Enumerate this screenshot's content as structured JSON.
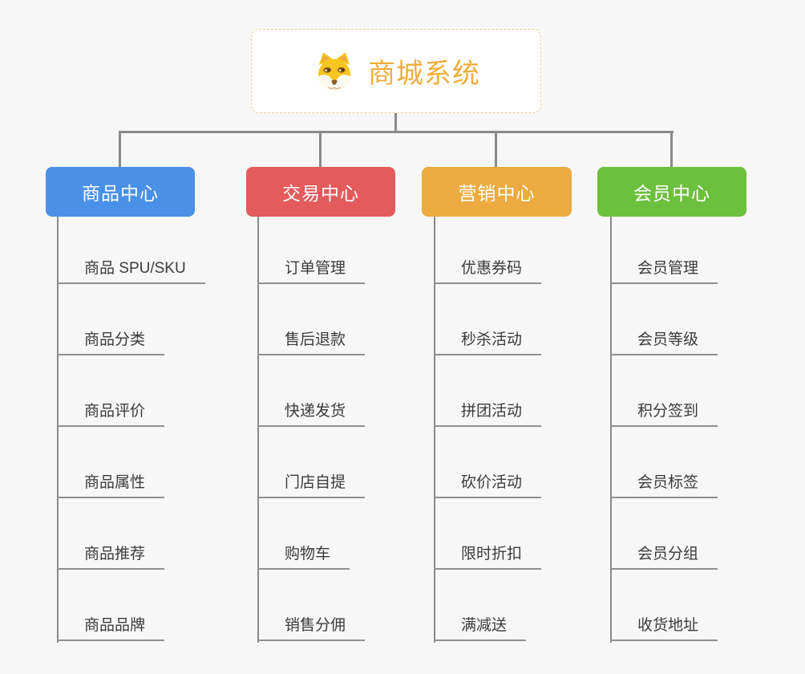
{
  "palette": {
    "background": "#F7F7F7",
    "connector_line": "#8A8A8A",
    "leaf_underline": "#8F8F8F",
    "leaf_text": "#3B3B3B",
    "root_text": "#F1AD3B",
    "root_border": "#F2CE93"
  },
  "root": {
    "title": "商城系统",
    "icon": "shiba-dog-icon"
  },
  "branches": [
    {
      "title": "商品中心",
      "color": "#4A90E8",
      "items": [
        "商品 SPU/SKU",
        "商品分类",
        "商品评价",
        "商品属性",
        "商品推荐",
        "商品品牌"
      ]
    },
    {
      "title": "交易中心",
      "color": "#E35B5B",
      "items": [
        "订单管理",
        "售后退款",
        "快递发货",
        "门店自提",
        "购物车",
        "销售分佣"
      ]
    },
    {
      "title": "营销中心",
      "color": "#EBAB40",
      "items": [
        "优惠券码",
        "秒杀活动",
        "拼团活动",
        "砍价活动",
        "限时折扣",
        "满减送"
      ]
    },
    {
      "title": "会员中心",
      "color": "#6DC03D",
      "items": [
        "会员管理",
        "会员等级",
        "积分签到",
        "会员标签",
        "会员分组",
        "收货地址"
      ]
    }
  ]
}
